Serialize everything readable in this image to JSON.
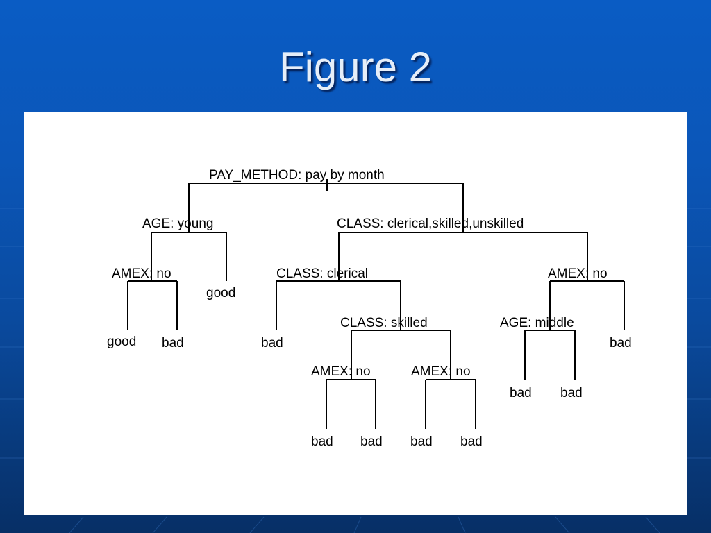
{
  "slide": {
    "title": "Figure 2"
  },
  "tree": {
    "root": "PAY_METHOD: pay by month",
    "n_age_young": "AGE: young",
    "n_class_all": "CLASS: clerical,skilled,unskilled",
    "n_amex_left": "AMEX: no",
    "leaf_good_mid": "good",
    "n_class_clerical": "CLASS: clerical",
    "n_amex_right": "AMEX: no",
    "leaf_good_left": "good",
    "leaf_bad_left": "bad",
    "leaf_bad_clerical": "bad",
    "n_class_skilled": "CLASS: skilled",
    "n_age_middle": "AGE: middle",
    "leaf_bad_right": "bad",
    "n_amex_skilled_a": "AMEX: no",
    "n_amex_skilled_b": "AMEX: no",
    "leaf_bad_age1": "bad",
    "leaf_bad_age2": "bad",
    "leaf_bad_s1": "bad",
    "leaf_bad_s2": "bad",
    "leaf_bad_s3": "bad",
    "leaf_bad_s4": "bad"
  },
  "colors": {
    "background": "#0b56b8",
    "panel": "#ffffff",
    "title_text": "#e6eef8"
  }
}
